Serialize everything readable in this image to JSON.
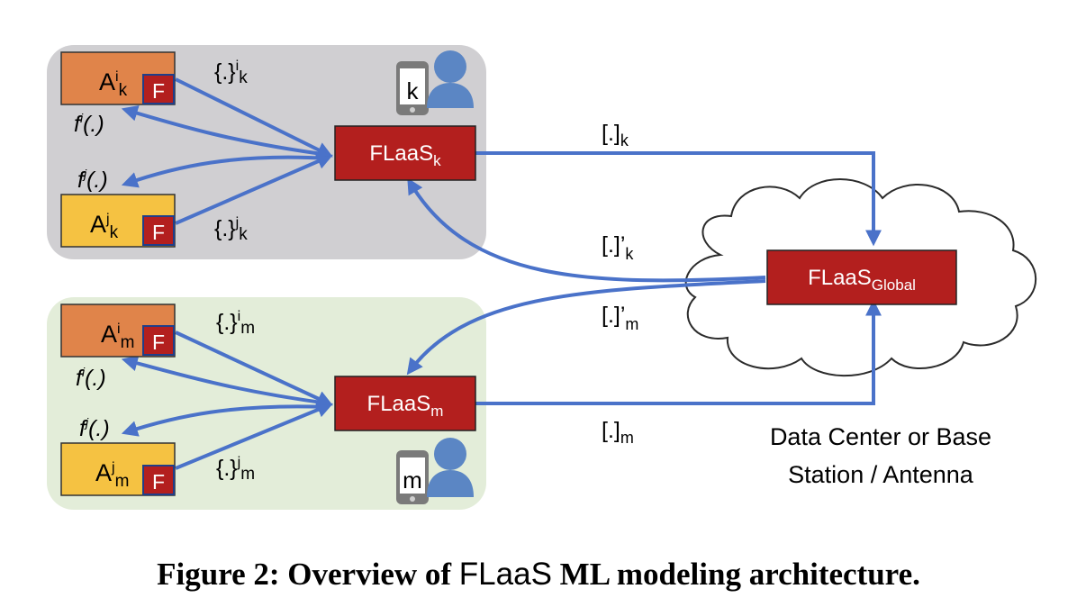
{
  "colors": {
    "group_k_bg": "#d0cfd2",
    "group_m_bg": "#e3edd9",
    "orange_app": "#e0844a",
    "yellow_app": "#f5c242",
    "flaas_red": "#b31f1e",
    "arrow_blue": "#4a72c9",
    "user_blue": "#5b86c4"
  },
  "icons": [
    "phone-icon",
    "user-icon",
    "cloud-icon"
  ],
  "device_k": {
    "label": "k",
    "app_i": {
      "main": "A",
      "sup": "i",
      "sub": "k"
    },
    "app_j": {
      "main": "A",
      "sup": "j",
      "sub": "k"
    },
    "msg_i": {
      "main": "{.}",
      "sup": "i",
      "sub": "k"
    },
    "msg_j": {
      "main": "{.}",
      "sup": "j",
      "sub": "k"
    },
    "f_i": {
      "main": "f",
      "sup": "i",
      "rest": "(.)"
    },
    "f_j": {
      "main": "f",
      "sup": "j",
      "rest": "(.)"
    },
    "flaas": {
      "main": "FLaaS",
      "sub": "k"
    },
    "badge": "F"
  },
  "device_m": {
    "label": "m",
    "app_i": {
      "main": "A",
      "sup": "i",
      "sub": "m"
    },
    "app_j": {
      "main": "A",
      "sup": "j",
      "sub": "m"
    },
    "msg_i": {
      "main": "{.}",
      "sup": "i",
      "sub": "m"
    },
    "msg_j": {
      "main": "{.}",
      "sup": "j",
      "sub": "m"
    },
    "f_i": {
      "main": "f",
      "sup": "i",
      "rest": "(.)"
    },
    "f_j": {
      "main": "f",
      "sup": "j",
      "rest": "(.)"
    },
    "flaas": {
      "main": "FLaaS",
      "sub": "m"
    },
    "badge": "F"
  },
  "global": {
    "main": "FLaaS",
    "sub": "Global"
  },
  "links": {
    "up_k": {
      "main": "[.]",
      "sub": "k"
    },
    "down_k": {
      "main": "[.]’",
      "sub": "k"
    },
    "down_m": {
      "main": "[.]’",
      "sub": "m"
    },
    "up_m": {
      "main": "[.]",
      "sub": "m"
    }
  },
  "datacenter": {
    "line1": "Data Center or Base",
    "line2": "Station / Antenna"
  },
  "caption": {
    "prefix": "Figure 2: Overview of ",
    "mono": "FLaaS",
    "suffix": " ML modeling architecture."
  }
}
